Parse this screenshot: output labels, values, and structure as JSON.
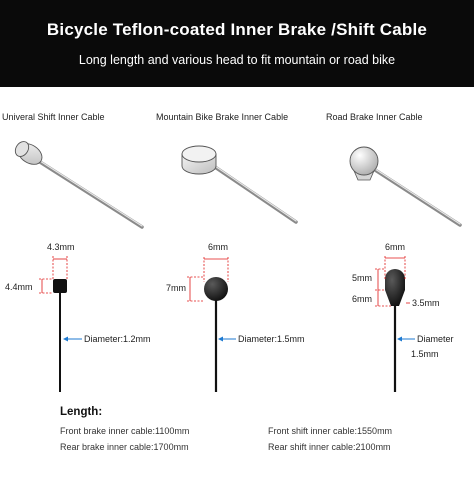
{
  "header": {
    "title": "Bicycle Teflon-coated Inner Brake /Shift Cable",
    "subtitle": "Long length and various head to fit mountain or road bike"
  },
  "products": [
    {
      "name": "Univeral Shift Inner Cable",
      "width": "4.3mm",
      "height": "4.4mm",
      "diameter_label": "Diameter:1.2mm"
    },
    {
      "name": "Mountain Bike Brake Inner Cable",
      "width": "6mm",
      "height": "7mm",
      "diameter_label": "Diameter:1.5mm"
    },
    {
      "name": "Road Brake Inner Cable",
      "width": "6mm",
      "height_top": "5mm",
      "height_bottom": "6mm",
      "neck": "3.5mm",
      "diameter_word": "Diameter",
      "diameter_value": "1.5mm"
    }
  ],
  "length": {
    "title": "Length:",
    "items": [
      "Front brake inner cable:1100mm",
      "Rear brake inner cable:1700mm",
      "Front shift inner cable:1550mm",
      "Rear shift inner cable:2100mm"
    ]
  },
  "colors": {
    "header_bg": "#0a0a0a",
    "dimension_red": "#e01818",
    "arrow_blue": "#1e7ad1"
  }
}
